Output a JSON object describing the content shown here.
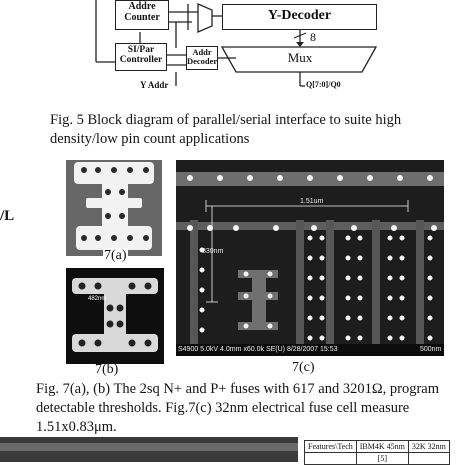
{
  "block_diagram": {
    "blocks": {
      "addr_counter": "Addre\nCounter",
      "y_decoder": "Y-Decoder",
      "sipar_controller": "SI/Par\nController",
      "addr_decoder": "Addr\nDecoder",
      "mux": "Mux"
    },
    "bus_width": "8",
    "output_label": "Q[7:0]/Q0",
    "input_label": "Y Addr"
  },
  "fig5_caption": {
    "line1": "Fig. 5 Block diagram of parallel/serial interface to suite high",
    "line2": "density/low pin count applications"
  },
  "left_margin_fragment": "/L",
  "micrographs": {
    "a_label": "7(a)",
    "b_label": "7(b)",
    "c_label": "7(c)",
    "b_scale_text": "482nm",
    "c_measure_h": "1.51um",
    "c_measure_v": "830nm",
    "c_footer": "S4900 5.0kV 4.0mm x60.0k SE(U) 8/28/2007 15:53",
    "c_scale": "500nm"
  },
  "fig7_caption": {
    "line1": "Fig. 7(a), (b) The 2sq N+ and P+ fuses with 617 and 3201Ω, program",
    "line2": "detectable thresholds. Fig.7(c) 32nm electrical fuse cell measure",
    "line3": "1.51x0.83μm."
  },
  "bottom_table": {
    "headers": [
      "Features\\Tech",
      "IBM4K 45nm",
      "32K 32nm"
    ],
    "sub": "[5]"
  }
}
